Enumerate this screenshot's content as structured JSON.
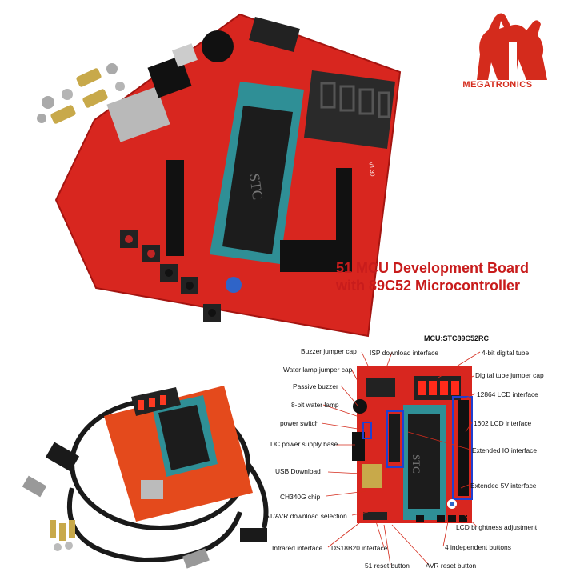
{
  "brand": {
    "logo_text": "MEGATRONICS",
    "brand_color": "#d42b1c"
  },
  "headline": {
    "line1": "51 MCU Development Board",
    "line2": "with 89C52 Microcontroller",
    "color": "#c81c1c"
  },
  "board_markings": {
    "chip_text": "STC",
    "version": "V1.30"
  },
  "annotation": {
    "mcu": "MCU:STC89C52RC",
    "left": [
      "Buzzer jumper cap",
      "Water lamp jumper cap",
      "Passive buzzer",
      "8-bit  water lamp",
      "power switch",
      "DC power supply base",
      "USB Download",
      "CH340G chip",
      "51/AVR download selection",
      "Infrared interface"
    ],
    "top": [
      "ISP download interface",
      "4-bit digital tube"
    ],
    "right": [
      "Digital tube jumper cap",
      "12864 LCD interface",
      "1602 LCD interface",
      "Extended IO interface",
      "Extended 5V interface",
      "LCD brightness adjustment",
      "4 independent buttons"
    ],
    "bottom": [
      "DS18B20 interface",
      "51 reset button",
      "AVR reset button"
    ]
  },
  "colors": {
    "pcb_red": "#d8261f",
    "socket_teal": "#2f8f96",
    "chip_black": "#1c1c1c",
    "display_red": "#ff2a1a"
  }
}
